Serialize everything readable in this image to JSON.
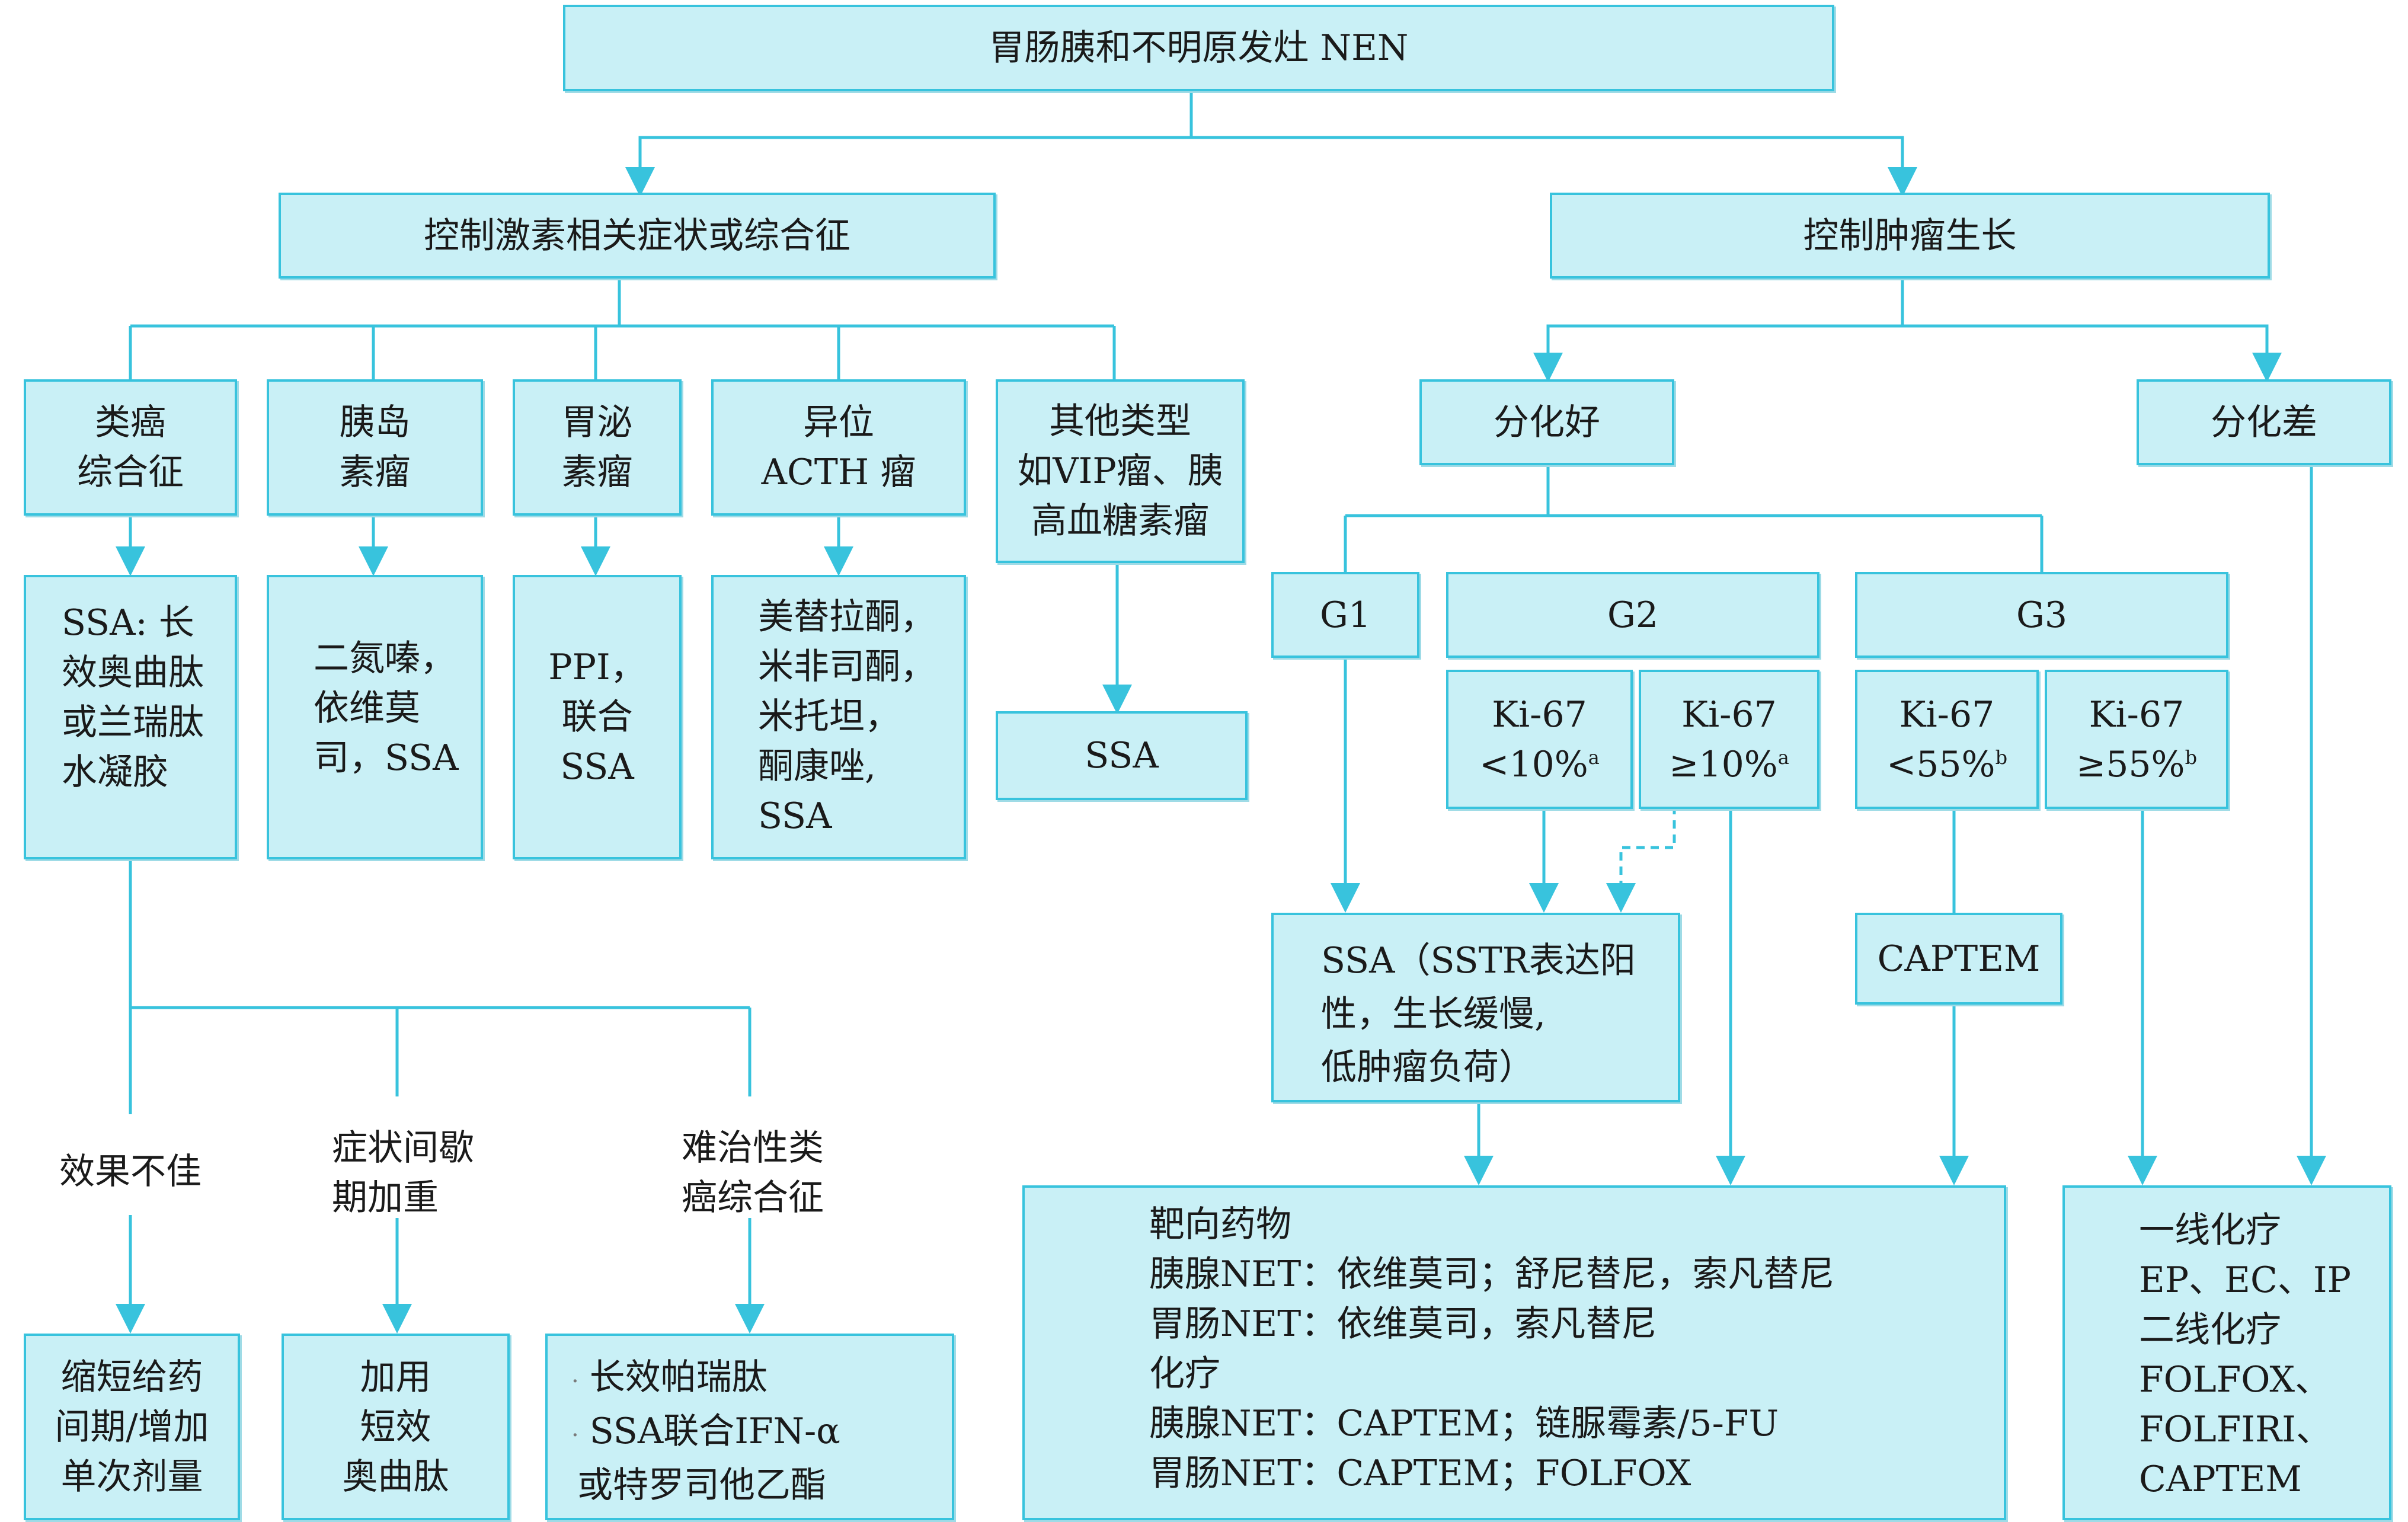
{
  "title": "胃肠胰和不明原发灶 NEN",
  "branches": {
    "symptom": "控制激素相关症状或综合征",
    "tumor": "控制肿瘤生长"
  },
  "syndromes": [
    {
      "line1": "类癌",
      "line2": "综合征"
    },
    {
      "line1": "胰岛",
      "line2": "素瘤"
    },
    {
      "line1": "胃泌",
      "line2": "素瘤"
    },
    {
      "line1": "异位",
      "line2": "ACTH 瘤"
    },
    {
      "line1": "其他类型",
      "line2": "如VIP瘤、胰",
      "line3": "高血糖素瘤"
    }
  ],
  "treatments": {
    "carcinoid": [
      "SSA: 长",
      "效奥曲肽",
      "或兰瑞肽",
      "水凝胶"
    ],
    "insulinoma": [
      "二氮嗪，",
      "依维莫",
      "司，SSA"
    ],
    "gastrinoma": [
      "PPI，",
      "联合",
      "SSA"
    ],
    "acth": [
      "美替拉酮，",
      "米非司酮，",
      "米托坦，",
      "酮康唑,",
      "SSA"
    ],
    "other": "SSA"
  },
  "conditions": {
    "poor": "效果不佳",
    "intermittent": [
      "症状间歇",
      "期加重"
    ],
    "refractory": [
      "难治性类",
      "癌综合征"
    ]
  },
  "actions": {
    "shorten": [
      "缩短给药",
      "间期/增加",
      "单次剂量"
    ],
    "add": [
      "加用",
      "短效",
      "奥曲肽"
    ],
    "refractory": [
      "长效帕瑞肽",
      "SSA联合IFN-α",
      "或特罗司他乙酯"
    ]
  },
  "differentiation": {
    "well": "分化好",
    "poor": "分化差"
  },
  "grades": {
    "g1": "G1",
    "g2": "G2",
    "g3": "G3"
  },
  "ki67": {
    "label": "Ki-67",
    "g2_low": "<10%",
    "g2_high": "≥10%",
    "g2_sup": "a",
    "g3_low": "<55%",
    "g3_high": "≥55%",
    "g3_sup": "b"
  },
  "ssa_box": [
    "SSA（SSTR表达阳",
    "性，生长缓慢,",
    "低肿瘤负荷）"
  ],
  "captem": "CAPTEM",
  "targeted": [
    "靶向药物",
    "胰腺NET：依维莫司；舒尼替尼，索凡替尼",
    "胃肠NET：依维莫司，索凡替尼",
    "化疗",
    "胰腺NET：CAPTEM；链脲霉素/5-FU",
    "胃肠NET：CAPTEM；FOLFOX"
  ],
  "chemo": [
    "一线化疗",
    "EP、EC、IP",
    "二线化疗",
    "FOLFOX、",
    "FOLFIRI、",
    "CAPTEM"
  ],
  "colors": {
    "box_fill": "#c9f0f6",
    "line": "#38c3dd"
  }
}
